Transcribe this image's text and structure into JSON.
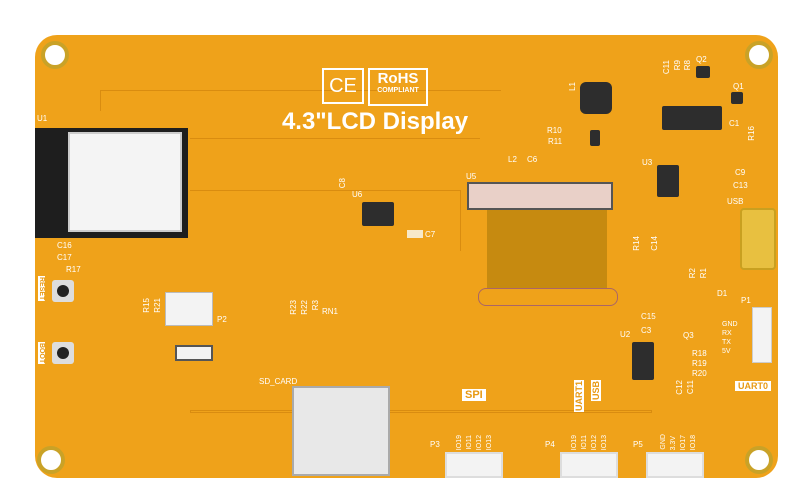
{
  "title": "4.3\"LCD Display",
  "logos": {
    "ce": "CE",
    "rohs": "RoHS",
    "rohs_sub": "COMPLIANT"
  },
  "labels": {
    "u1": "U1",
    "u5": "U5",
    "u6": "U6",
    "u3": "U3",
    "u2": "U2",
    "l1": "L1",
    "l2": "L2",
    "c6": "C6",
    "c8": "C8",
    "c7": "C7",
    "c9": "C9",
    "c13": "C13",
    "c14": "C14",
    "r14": "R14",
    "usb_label": "USB",
    "r2": "R2",
    "r1b": "R1",
    "d1": "D1",
    "p1": "P1",
    "c15": "C15",
    "c3": "C3",
    "q3": "Q3",
    "r18": "R18",
    "r19": "R19",
    "r20": "R20",
    "c11b": "C11",
    "c12": "C12",
    "c11": "C11",
    "r9": "R9",
    "r8": "R8",
    "q2": "Q2",
    "q1": "Q1",
    "c1": "C1",
    "r16": "R16",
    "r10": "R10",
    "r11": "R11",
    "c16": "C16",
    "c17": "C17",
    "r17": "R17",
    "r15": "R15",
    "r21": "R21",
    "p2": "P2",
    "r23": "R23",
    "r22": "R22",
    "r3": "R3",
    "rn1": "RN1",
    "sd_card": "SD_CARD",
    "p3": "P3",
    "p4": "P4",
    "p5": "P5"
  },
  "p1_pins": [
    "GND",
    "RX",
    "TX",
    "5V"
  ],
  "p3_pins": [
    "IO19",
    "IO11",
    "IO12",
    "IO13"
  ],
  "p4_pins": [
    "IO19",
    "IO11",
    "IO12",
    "IO13"
  ],
  "p5_pins": [
    "GND",
    "3.3V",
    "IO17",
    "IO18"
  ],
  "tags": {
    "spi": "SPI",
    "uart1": "UART1",
    "usb": "USB",
    "uart0": "UART0",
    "reset": "RESET",
    "boot": "BOOT"
  },
  "colors": {
    "board": "#EFA21A",
    "silk": "#FFFFFF"
  }
}
